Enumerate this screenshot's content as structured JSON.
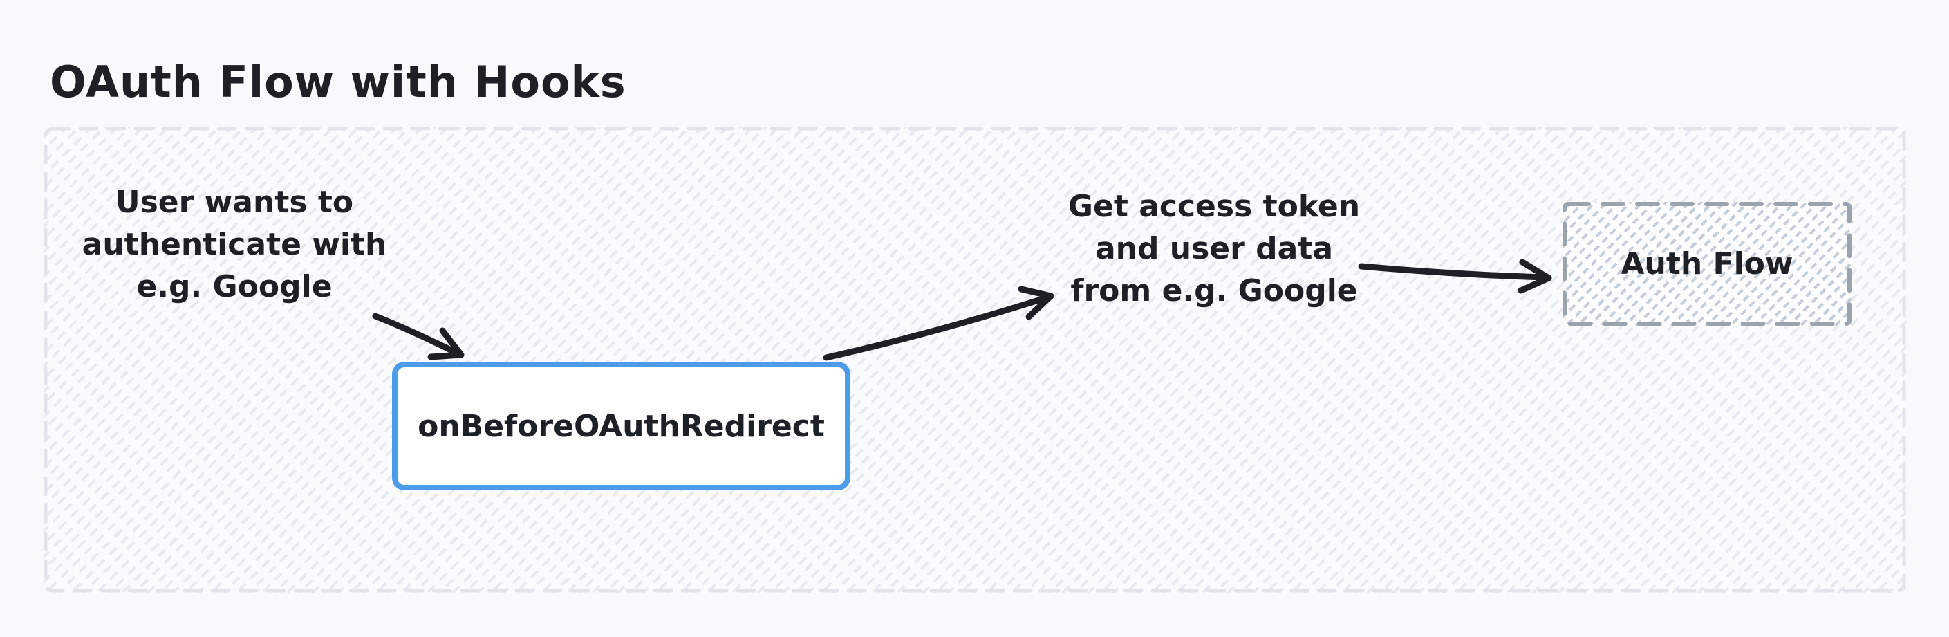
{
  "diagram": {
    "title": "OAuth Flow with Hooks",
    "annotations": {
      "user_intent": {
        "lines": [
          "User wants to",
          "authenticate with",
          "e.g. Google"
        ]
      },
      "get_token": {
        "lines": [
          "Get access token",
          "and user data",
          "from e.g. Google"
        ]
      }
    },
    "nodes": {
      "hook": {
        "label": "onBeforeOAuthRedirect"
      },
      "auth_flow": {
        "label": "Auth Flow"
      }
    },
    "colors": {
      "page_background": "#f8f9fb",
      "ink": "#1d2125",
      "hook_node_border": "#4c9ce9",
      "hook_node_fill": "#fefefe",
      "container_border": "#e1e4e9",
      "container_hatch": "#e7eaee",
      "auth_flow_border": "#9aa4af",
      "auth_flow_hatch": "#c6ced7"
    }
  }
}
